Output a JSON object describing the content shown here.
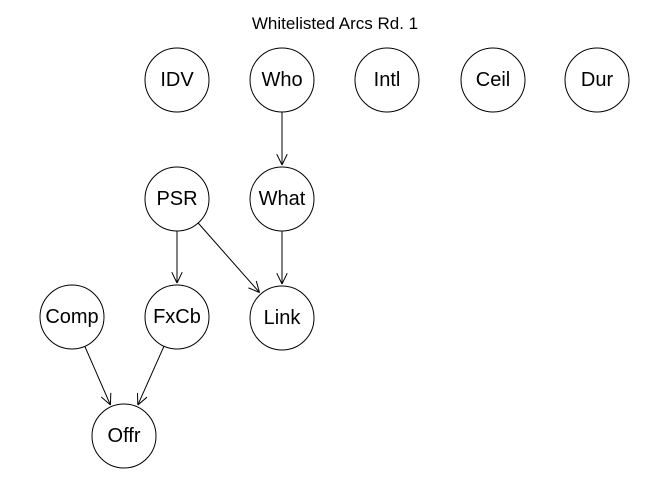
{
  "title": "Whitelisted Arcs Rd. 1",
  "nodes": [
    {
      "id": "IDV",
      "label": "IDV"
    },
    {
      "id": "Who",
      "label": "Who"
    },
    {
      "id": "Intl",
      "label": "Intl"
    },
    {
      "id": "Ceil",
      "label": "Ceil"
    },
    {
      "id": "Dur",
      "label": "Dur"
    },
    {
      "id": "PSR",
      "label": "PSR"
    },
    {
      "id": "What",
      "label": "What"
    },
    {
      "id": "Comp",
      "label": "Comp"
    },
    {
      "id": "FxCb",
      "label": "FxCb"
    },
    {
      "id": "Link",
      "label": "Link"
    },
    {
      "id": "Offr",
      "label": "Offr"
    }
  ],
  "edges": [
    {
      "from": "Who",
      "to": "What"
    },
    {
      "from": "PSR",
      "to": "FxCb"
    },
    {
      "from": "PSR",
      "to": "Link"
    },
    {
      "from": "What",
      "to": "Link"
    },
    {
      "from": "Comp",
      "to": "Offr"
    },
    {
      "from": "FxCb",
      "to": "Offr"
    }
  ]
}
